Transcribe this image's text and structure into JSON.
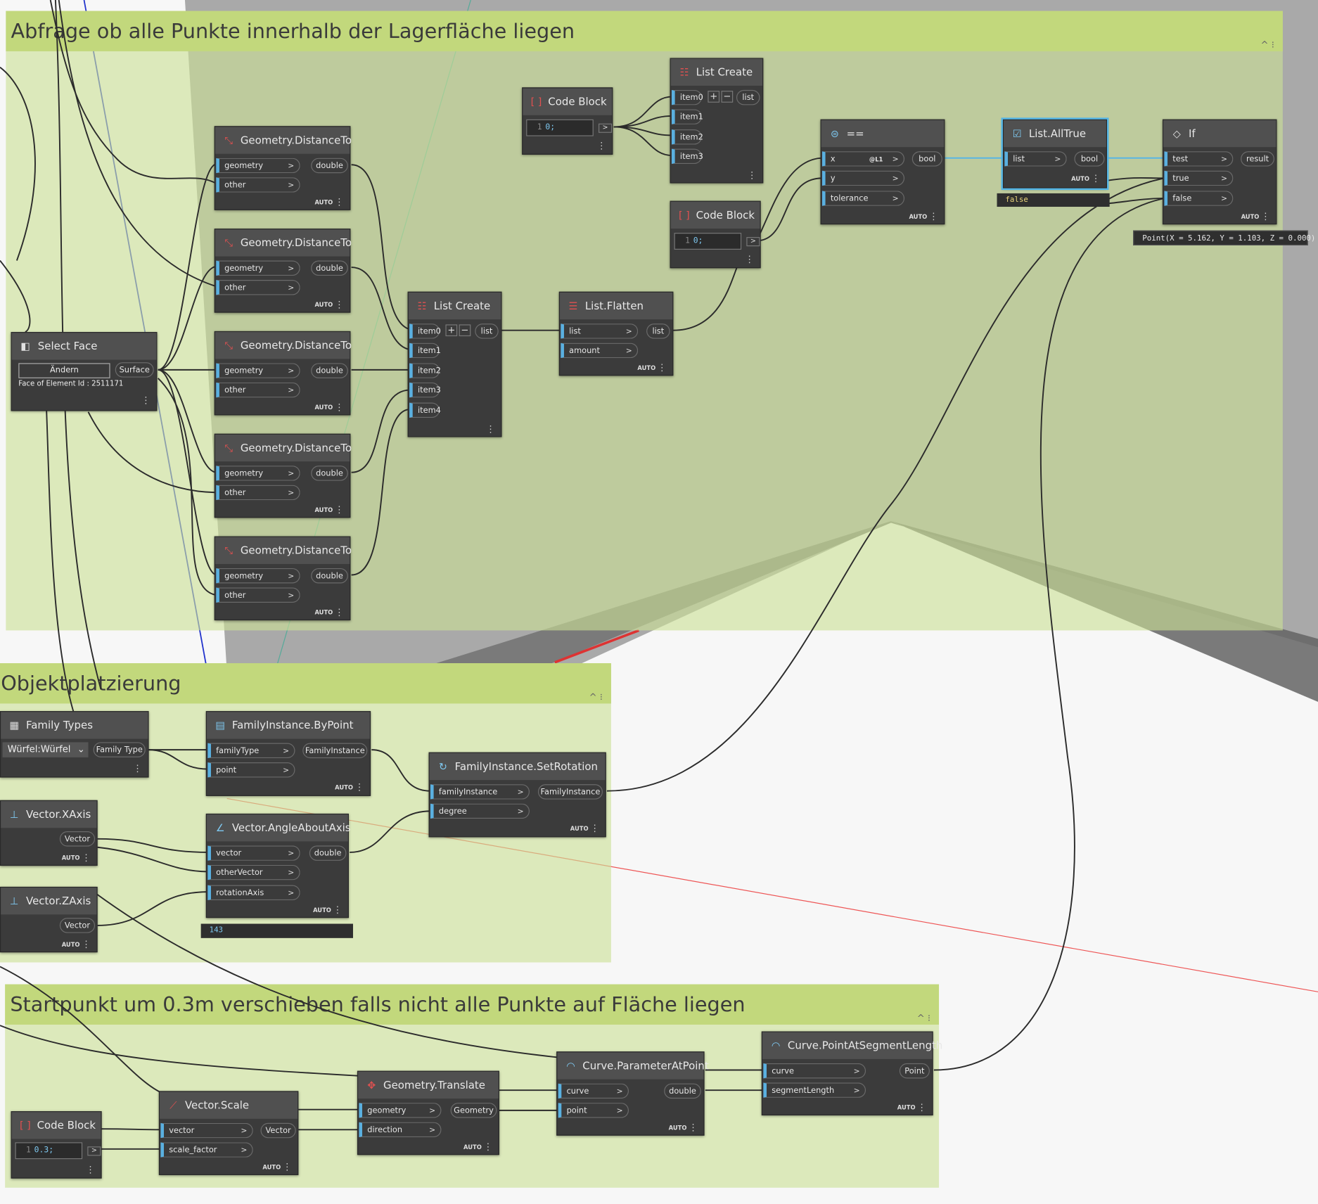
{
  "groups": {
    "g1": {
      "title": "Abfrage ob alle Punkte innerhalb der Lagerfläche liegen"
    },
    "g2": {
      "title": "Objektplatzierung"
    },
    "g3": {
      "title": "Startpunkt um 0.3m verschieben falls nicht alle Punkte auf Fläche liegen"
    },
    "collapse_glyph": "^ ⁝"
  },
  "labels": {
    "auto": "AUTO",
    "menu": "⋮",
    "add": "+",
    "remove": "−",
    "run_arrow": ">",
    "port_arrow": ">",
    "code_line": "1",
    "dropdown_arrow": "⌄"
  },
  "nodes": {
    "select_face": {
      "title": "Select Face",
      "button": "Ändern",
      "output": "Surface",
      "info": "Face of Element Id : 2511171"
    },
    "dist1": {
      "title": "Geometry.DistanceTo",
      "in1": "geometry",
      "in2": "other",
      "out": "double"
    },
    "dist2": {
      "title": "Geometry.DistanceTo",
      "in1": "geometry",
      "in2": "other",
      "out": "double"
    },
    "dist3": {
      "title": "Geometry.DistanceTo",
      "in1": "geometry",
      "in2": "other",
      "out": "double"
    },
    "dist4": {
      "title": "Geometry.DistanceTo",
      "in1": "geometry",
      "in2": "other",
      "out": "double"
    },
    "dist5": {
      "title": "Geometry.DistanceTo",
      "in1": "geometry",
      "in2": "other",
      "out": "double"
    },
    "list_create_1": {
      "title": "List Create",
      "items": [
        "item0",
        "item1",
        "item2",
        "item3",
        "item4"
      ],
      "out": "list"
    },
    "list_flatten": {
      "title": "List.Flatten",
      "in1": "list",
      "in2": "amount",
      "out": "list"
    },
    "code_block_1": {
      "title": "Code Block",
      "code": "0;"
    },
    "list_create_2": {
      "title": "List Create",
      "items": [
        "item0",
        "item1",
        "item2",
        "item3"
      ],
      "out": "list"
    },
    "code_block_2": {
      "title": "Code Block",
      "code": "0;"
    },
    "equals": {
      "title": "==",
      "in1": "x",
      "in1_extra": "@L1",
      "in2": "y",
      "in3": "tolerance",
      "out": "bool"
    },
    "list_alltrue": {
      "title": "List.AllTrue",
      "in1": "list",
      "out": "bool",
      "preview": "false"
    },
    "if_node": {
      "title": "If",
      "in1": "test",
      "in2": "true",
      "in3": "false",
      "out": "result",
      "preview": "Point(X = 5.162, Y = 1.103, Z = 0.000)"
    },
    "family_types": {
      "title": "Family Types",
      "value": "Würfel:Würfel",
      "out": "Family Type"
    },
    "fi_bypoint": {
      "title": "FamilyInstance.ByPoint",
      "in1": "familyType",
      "in2": "point",
      "out": "FamilyInstance"
    },
    "fi_setrotation": {
      "title": "FamilyInstance.SetRotation",
      "in1": "familyInstance",
      "in2": "degree",
      "out": "FamilyInstance"
    },
    "vector_xaxis": {
      "title": "Vector.XAxis",
      "out": "Vector"
    },
    "vector_zaxis": {
      "title": "Vector.ZAxis",
      "out": "Vector"
    },
    "angle_about_axis": {
      "title": "Vector.AngleAboutAxis",
      "in1": "vector",
      "in2": "otherVector",
      "in3": "rotationAxis",
      "out": "double",
      "preview": "143"
    },
    "code_block_3": {
      "title": "Code Block",
      "code": "0.3;"
    },
    "vector_scale": {
      "title": "Vector.Scale",
      "in1": "vector",
      "in2": "scale_factor",
      "out": "Vector"
    },
    "geom_translate": {
      "title": "Geometry.Translate",
      "in1": "geometry",
      "in2": "direction",
      "out": "Geometry"
    },
    "curve_param_at_point": {
      "title": "Curve.ParameterAtPoint",
      "in1": "curve",
      "in2": "point",
      "out": "double"
    },
    "curve_point_at_seglen": {
      "title": "Curve.PointAtSegmentLength",
      "in1": "curve",
      "in2": "segmentLength",
      "out": "Point"
    }
  },
  "icons": {
    "select_face": "cube-select-icon",
    "distance": "distance-measure-icon",
    "list_create": "list-create-icon",
    "list_flatten": "list-flatten-icon",
    "code_block": "code-block-icon",
    "equals": "equals-icon",
    "list_alltrue": "list-alltrue-icon",
    "if": "if-diamond-icon",
    "family_types": "family-types-icon",
    "family_instance": "family-instance-icon",
    "vector": "vector-axis-icon",
    "angle": "angle-icon",
    "curve": "curve-icon",
    "translate": "translate-icon",
    "scale": "scale-icon"
  },
  "colors": {
    "node_body": "#3b3b3b",
    "node_header": "#505050",
    "input_port_accent": "#5ab0e0",
    "group_title": "#c2d87c",
    "group_body": "#cce096",
    "selection_outline": "#52b5e8",
    "wire": "#2b2b2b"
  }
}
